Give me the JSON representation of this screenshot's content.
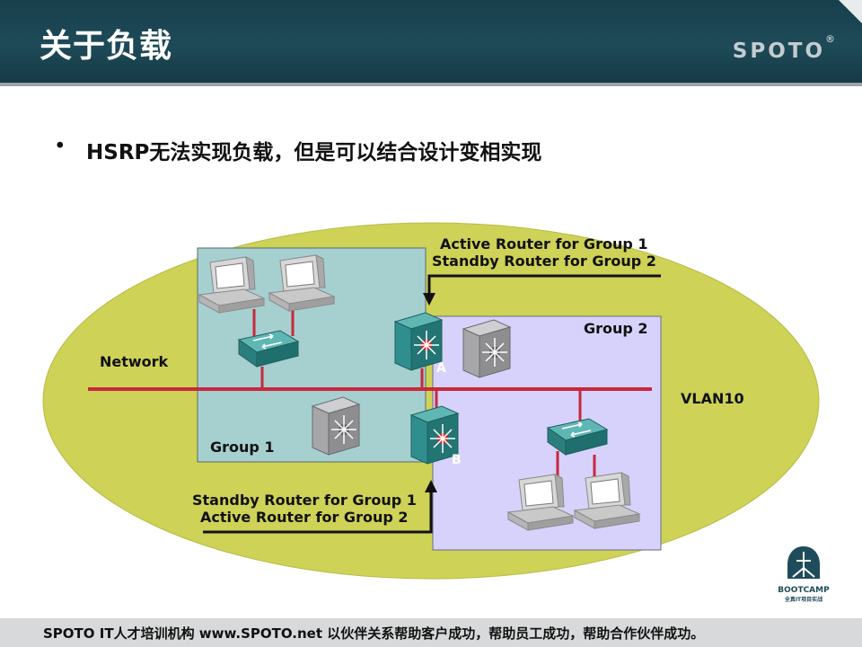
{
  "slide": {
    "title": "关于负载",
    "logo": "SPOTO",
    "logo_mark": "®",
    "bullet": "HSRP无法实现负载，但是可以结合设计变相实现"
  },
  "diagram": {
    "label_network": "Network",
    "label_vlan": "VLAN10",
    "label_group1": "Group 1",
    "label_group2": "Group 2",
    "router_a_letter": "A",
    "router_b_letter": "B",
    "annotation_top_line1": "Active Router for Group 1",
    "annotation_top_line2": "Standby Router for Group 2",
    "annotation_bottom_line1": "Standby Router for Group 1",
    "annotation_bottom_line2": "Active Router for Group 2",
    "colors": {
      "ellipse": "#ced257",
      "group1_fill": "#a6cfd0",
      "group2_fill": "#d6d2fb",
      "link": "#c8283c",
      "switch_teal": "#2f8f8e",
      "router_gray": "#9a9a9c"
    }
  },
  "badge": {
    "line1": "BOOTCAMP",
    "line2": "全真IT项目实战"
  },
  "footer": {
    "text": "SPOTO IT人才培训机构   www.SPOTO.net   以伙伴关系帮助客户成功，帮助员工成功，帮助合作伙伴成功。"
  }
}
